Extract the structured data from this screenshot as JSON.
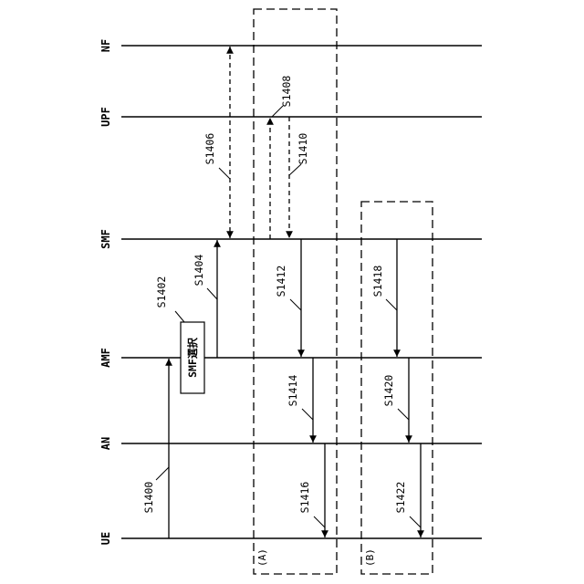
{
  "lanes": [
    "NF",
    "UPF",
    "SMF",
    "AMF",
    "AN",
    "UE"
  ],
  "steps": {
    "s1400": "S1400",
    "s1402": "S1402",
    "s1404": "S1404",
    "s1406": "S1406",
    "s1408": "S1408",
    "s1410": "S1410",
    "s1412": "S1412",
    "s1414": "S1414",
    "s1416": "S1416",
    "s1418": "S1418",
    "s1420": "S1420",
    "s1422": "S1422"
  },
  "process_box": "SMF選択",
  "groups": {
    "a": "(A)",
    "b": "(B)"
  }
}
